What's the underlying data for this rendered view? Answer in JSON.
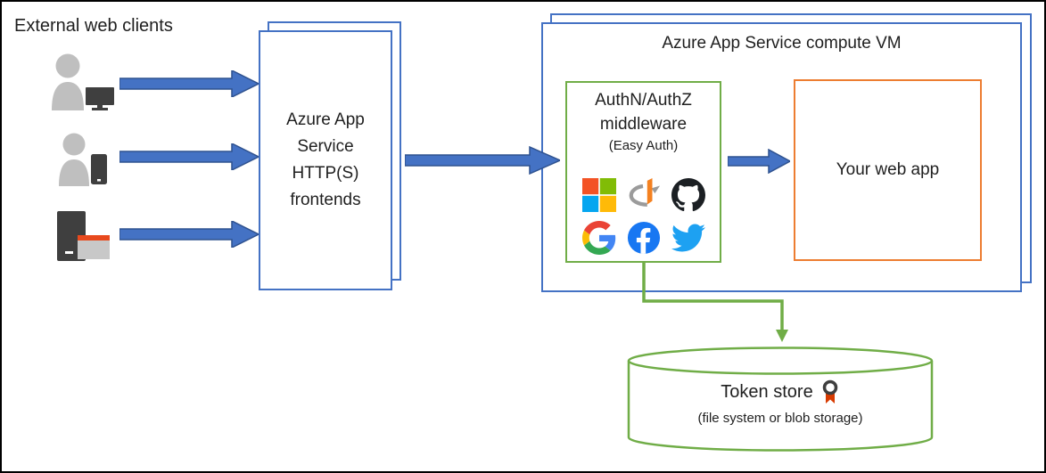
{
  "diagram": {
    "title": "External web clients",
    "frontends_lines": [
      "Azure App",
      "Service",
      "HTTP(S)",
      "frontends"
    ],
    "compute_vm_title": "Azure App Service compute VM",
    "middleware": {
      "line1": "AuthN/AuthZ",
      "line2": "middleware",
      "line3": "(Easy Auth)",
      "providers": [
        "Microsoft",
        "OpenID Connect",
        "GitHub",
        "Google",
        "Facebook",
        "Twitter"
      ]
    },
    "web_app_label": "Your web app",
    "token_store": {
      "title": "Token store",
      "subtitle": "(file system or blob storage)"
    },
    "clients": [
      "user with desktop",
      "user with mobile",
      "server daemon client"
    ],
    "colors": {
      "box_blue": "#4472C4",
      "arrow_fill": "#4472C4",
      "arrow_stroke": "#2F528F",
      "green": "#70AD47",
      "orange": "#ED7D31"
    }
  }
}
